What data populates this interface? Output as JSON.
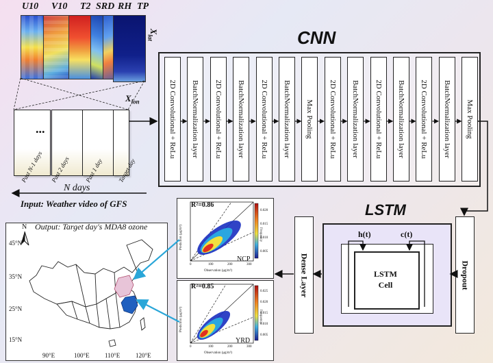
{
  "input": {
    "variables": [
      "U10",
      "V10",
      "T2",
      "SRD",
      "RH",
      "TP"
    ],
    "x_lat": "X",
    "x_lat_sub": "lat",
    "x_lon": "X",
    "x_lon_sub": "lon",
    "dots": "...",
    "days": [
      "Past N-1 days",
      "Past 2 days",
      "Past 1 day",
      "Target day"
    ],
    "n_days": "N days",
    "caption": "Input: Weather video of GFS"
  },
  "cnn": {
    "title": "CNN",
    "layers": [
      "2D Convolutional + ReLu",
      "BatchNormalization layer",
      "2D Convolutional + ReLu",
      "BatchNormalization layer",
      "2D Convolutional + ReLu",
      "BatchNormalization layer",
      "Max Pooling",
      "2D Convolutional + ReLu",
      "BatchNormalization layer",
      "2D Convolutional + ReLu",
      "BatchNormalization layer",
      "2D Convolutional + ReLu",
      "BatchNormalization layer",
      "Max Pooling"
    ]
  },
  "lstm": {
    "title": "LSTM",
    "h": "h(t)",
    "c": "c(t)",
    "cell_line1": "LSTM",
    "cell_line2": "Cell",
    "dropout": "Dropout",
    "dense": "Dense Layer"
  },
  "output": {
    "caption": "Output: Target day's MDA8 ozone",
    "north": "N",
    "lat_ticks": [
      "45°N",
      "35°N",
      "25°N",
      "15°N"
    ],
    "lon_ticks": [
      "90°E",
      "100°E",
      "110°E",
      "120°E"
    ]
  },
  "scatter": {
    "ncp": {
      "r2": "R²=0.86",
      "region": "NCP",
      "xlabel": "Observation (μg/m³)",
      "ylabel": "Prediction (μg/m³)",
      "cb": [
        "0.020",
        "0.015",
        "0.010",
        "0.005"
      ],
      "cb_label": "Frequency",
      "ticks": [
        "0",
        "100",
        "200",
        "300"
      ]
    },
    "yrd": {
      "r2": "R²=0.85",
      "region": "YRD",
      "xlabel": "Observation (μg/m³)",
      "ylabel": "Prediction (μg/m³)",
      "cb": [
        "0.025",
        "0.020",
        "0.015",
        "0.010",
        "0.005"
      ],
      "cb_label": "Frequency",
      "ticks": [
        "0",
        "100",
        "200",
        "300"
      ]
    }
  },
  "colors": {
    "box": "#ffffff",
    "line": "#222222",
    "arrow_blue": "#2aa6d8",
    "province": "#1f5fbf"
  }
}
